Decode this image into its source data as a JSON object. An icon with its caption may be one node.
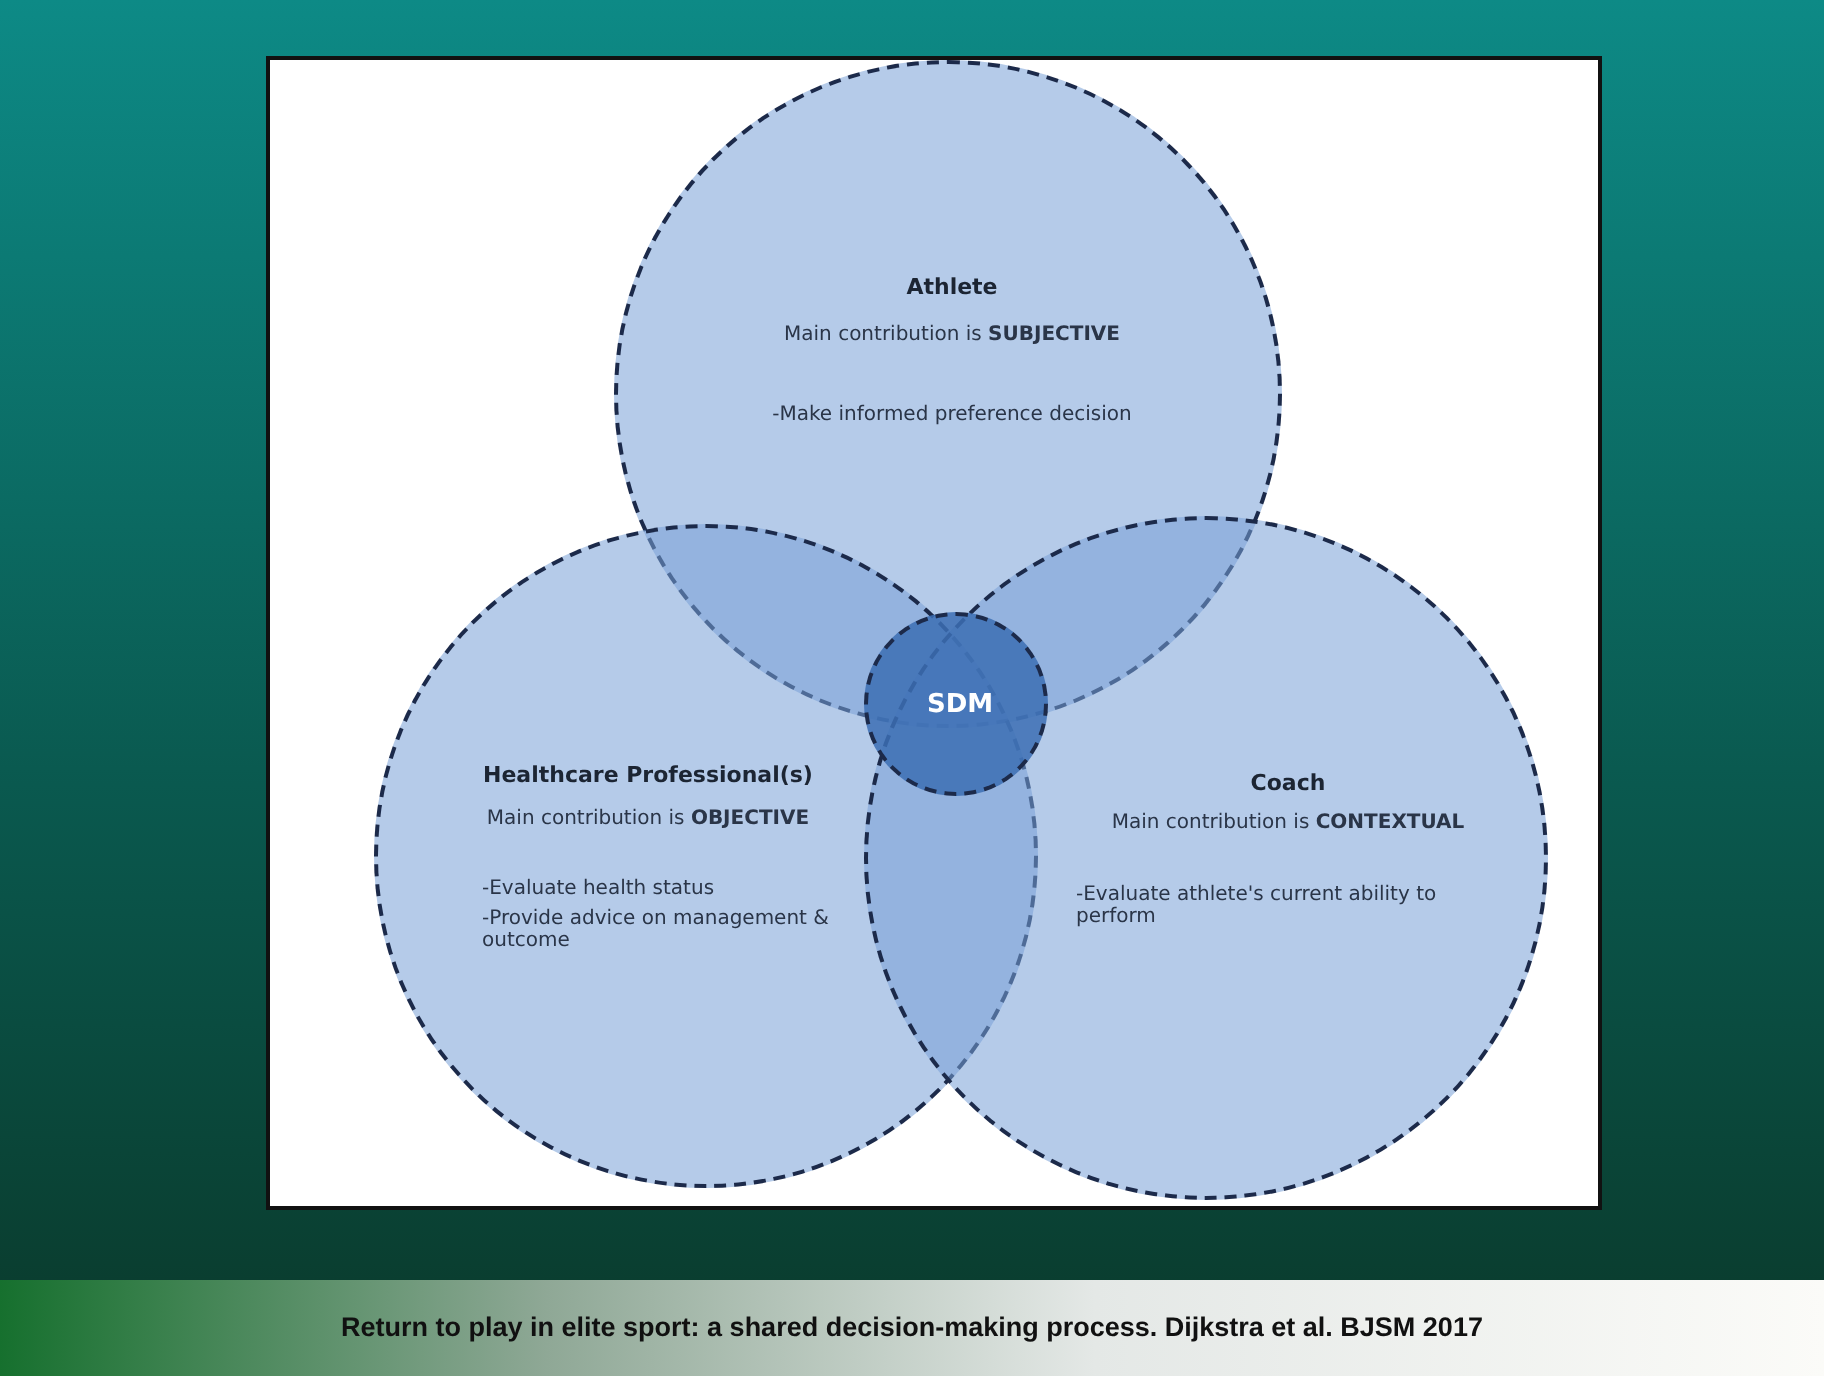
{
  "diagram": {
    "nodes": [
      {
        "text": [
          "Athlete",
          "Main contribution is **SUBJECTIVE**",
          "-Make informed preference decision"
        ]
      },
      {
        "text": [
          "Healthcare Professional(s)",
          "Main contribution is **OBJECTIVE**",
          "-Evaluate health status",
          "-Provide advice on management & outcome"
        ]
      },
      {
        "text": [
          "Coach",
          "Main contribution is **CONTEXTUAL**",
          "-Evaluate athlete's current ability to perform"
        ]
      },
      {
        "text": [
          "SDM"
        ]
      }
    ],
    "edges": [],
    "caption": "Return to play in elite sport: a shared decision-making process. Dijkstra et al. BJSM 2017"
  }
}
